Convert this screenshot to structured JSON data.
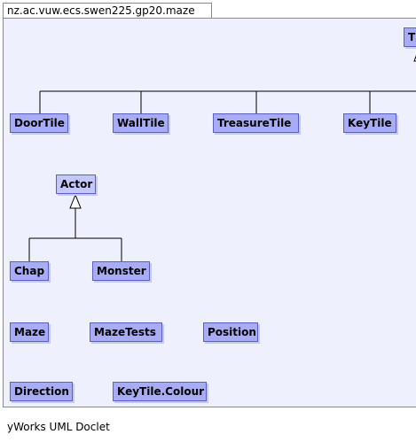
{
  "tab": {
    "title": "nz.ac.vuw.ecs.swen225.gp20.maze"
  },
  "nodes": {
    "tile": "Tile",
    "door_tile": "DoorTile",
    "wall_tile": "WallTile",
    "treasure_tile": "TreasureTile",
    "key_tile": "KeyTile",
    "actor": "Actor",
    "chap": "Chap",
    "monster": "Monster",
    "maze": "Maze",
    "maze_tests": "MazeTests",
    "position": "Position",
    "direction": "Direction",
    "key_tile_colour": "KeyTile.Colour"
  },
  "footer": {
    "text": "yWorks UML Doclet"
  },
  "colors": {
    "node_fill": "#a8acf5",
    "node_border": "#5a5fc2",
    "canvas": "#eef0fd"
  }
}
